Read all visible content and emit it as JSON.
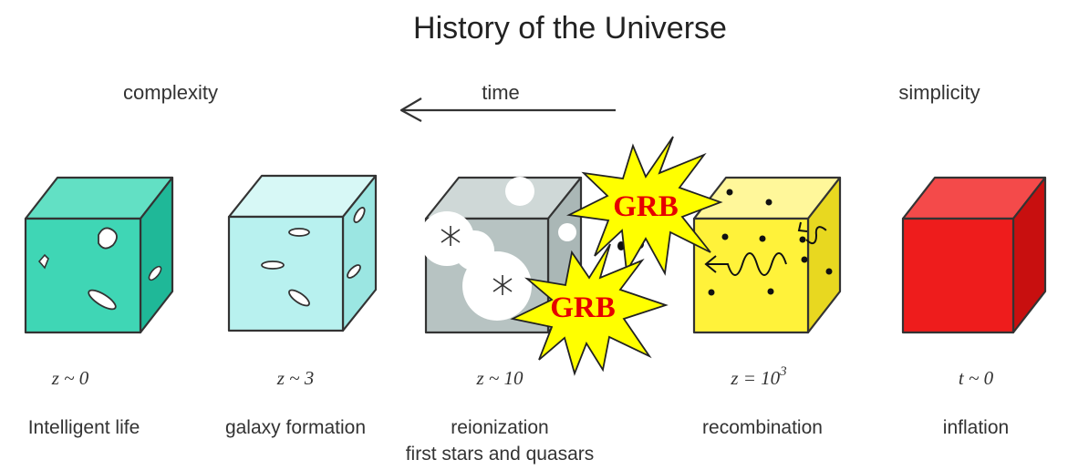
{
  "title": "History of the Universe",
  "headers": {
    "complexity": "complexity",
    "time": "time",
    "simplicity": "simplicity"
  },
  "epochs": [
    {
      "redshift": "z ~ 0",
      "label": "Intelligent life",
      "color": "#3fd6b5"
    },
    {
      "redshift": "z ~ 3",
      "label": "galaxy formation",
      "color": "#b8f1ef"
    },
    {
      "redshift": "z ~ 10",
      "label": "reionization",
      "sublabel": "first stars and quasars",
      "color": "#b7c3c2"
    },
    {
      "redshift": "z = 10",
      "redshift_exp": "3",
      "label": "recombination",
      "color": "#fff23a"
    },
    {
      "redshift": "t ~ 0",
      "label": "inflation",
      "color": "#ee1c1c"
    }
  ],
  "bursts": [
    {
      "label": "GRB",
      "color": "#ffff00"
    },
    {
      "label": "GRB",
      "color": "#ffff00"
    }
  ]
}
